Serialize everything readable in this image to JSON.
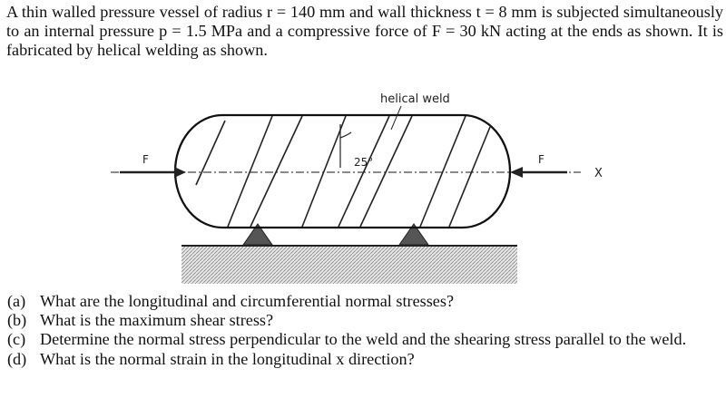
{
  "problem_statement": "A thin walled pressure vessel of radius r = 140 mm and wall thickness t = 8 mm is subjected simultaneously to an internal pressure p = 1.5 MPa and a compressive force of F = 30 kN acting at the ends as shown. It is fabricated by helical welding as shown.",
  "figure": {
    "weld_label": "helical weld",
    "angle_label": "25°",
    "force_left_label": "F",
    "force_right_label": "F",
    "axis_label": "X"
  },
  "questions": [
    {
      "label": "(a)",
      "text": "What are the longitudinal and circumferential normal stresses?"
    },
    {
      "label": "(b)",
      "text": "What is the maximum shear stress?"
    },
    {
      "label": "(c)",
      "text": "Determine the normal stress perpendicular to the weld and the shearing stress parallel to the weld."
    },
    {
      "label": "(d)",
      "text": "What is the normal strain in the longitudinal  x direction?"
    }
  ]
}
